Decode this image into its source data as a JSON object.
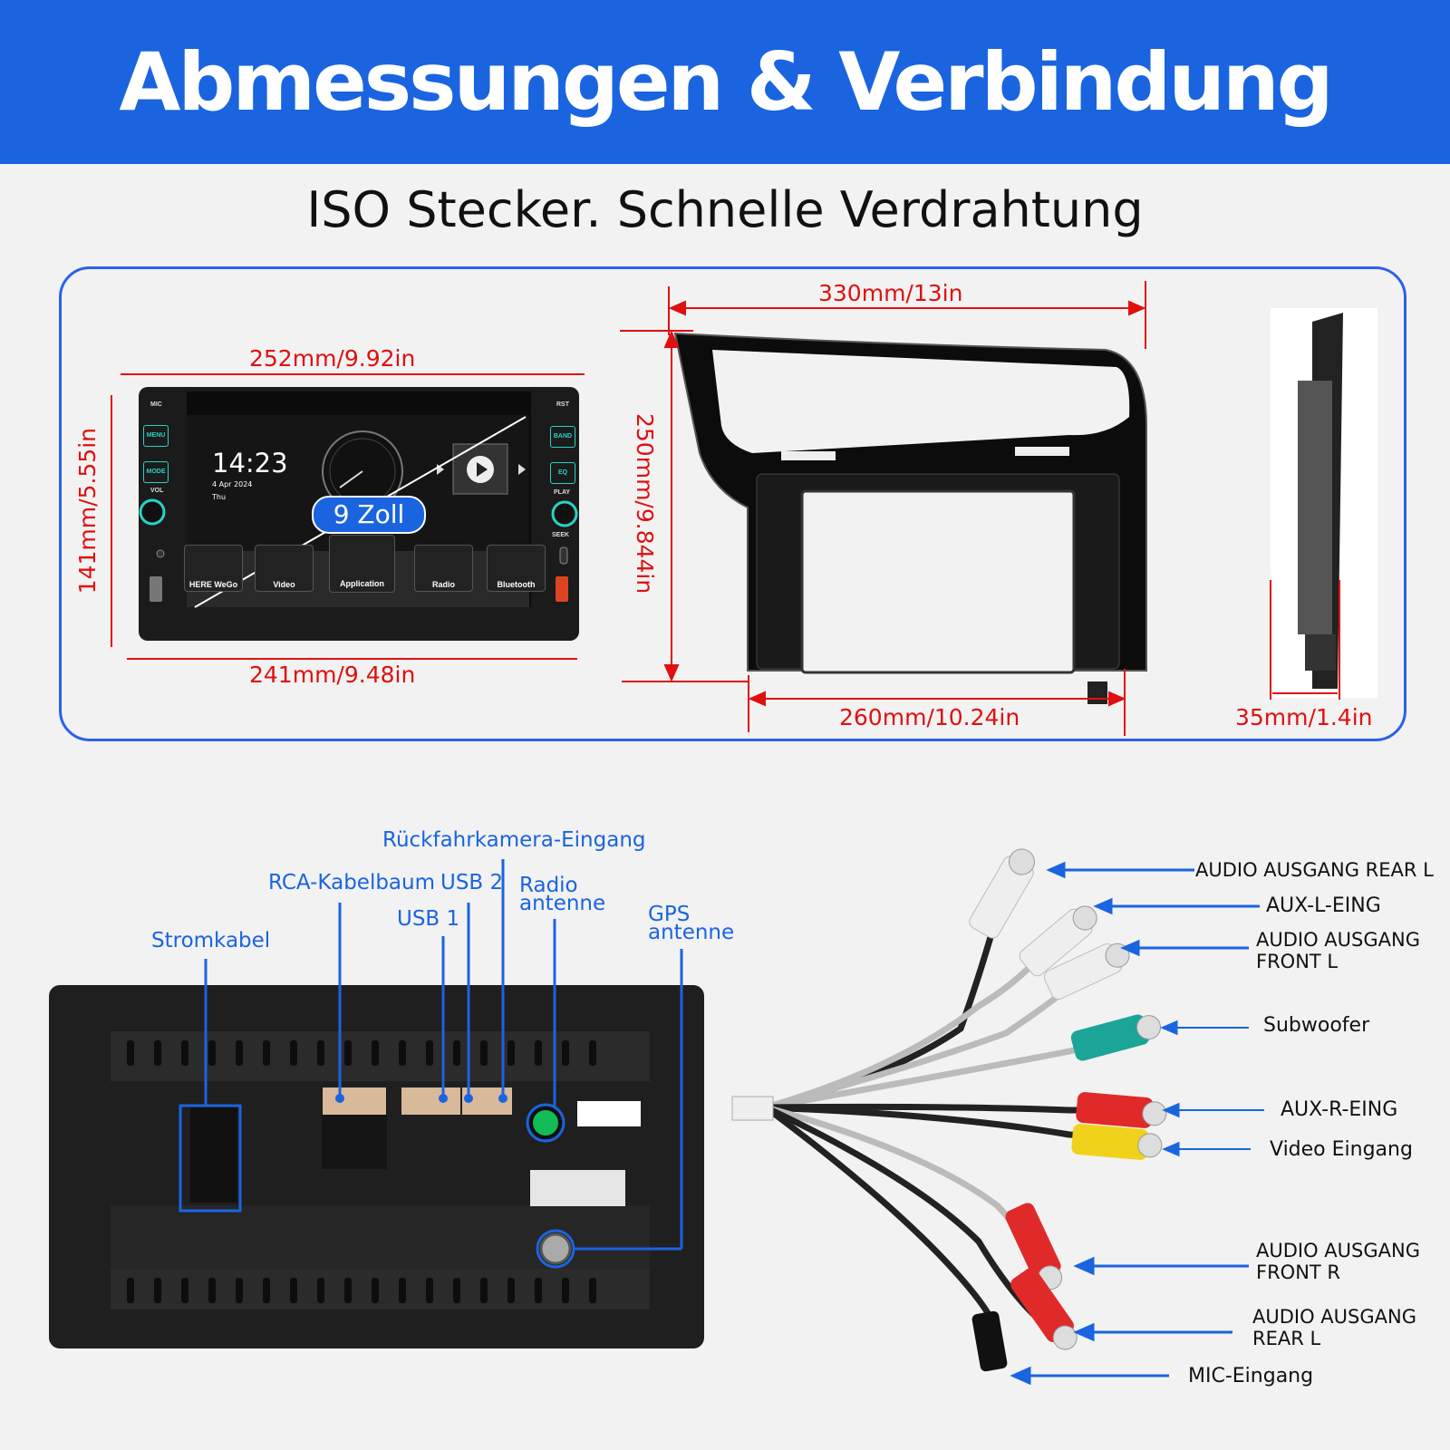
{
  "header": {
    "title": "Abmessungen & Verbindung",
    "color": "#1a64e0"
  },
  "subtitle": "ISO Stecker. Schnelle Verdrahtung",
  "dimensions": {
    "unit_width": "252mm/9.92in",
    "unit_height": "141mm/5.55in",
    "unit_bottom_width": "241mm/9.48in",
    "frame_width": "330mm/13in",
    "frame_height": "250mm/9.844in",
    "frame_inner_width": "260mm/10.24in",
    "depth": "35mm/1.4in"
  },
  "screen": {
    "time": "14:23",
    "date": "4 Apr  2024",
    "day": "Thu",
    "badge": "9 Zoll",
    "apps": [
      "HERE WeGo",
      "Video",
      "Application",
      "Radio",
      "Bluetooth"
    ],
    "buttons_left": [
      "MIC",
      "MENU",
      "MODE",
      "VOL"
    ],
    "buttons_right": [
      "RST",
      "BAND",
      "EQ",
      "PLAY",
      "SEEK"
    ]
  },
  "ports": {
    "camera": "Rückfahrkamera-Eingang",
    "rca": "RCA-Kabelbaum",
    "usb2": "USB 2",
    "radio_l1": "Radio",
    "radio_l2": "antenne",
    "usb1": "USB 1",
    "gps_l1": "GPS",
    "gps_l2": "antenne",
    "power": "Stromkabel"
  },
  "cables": {
    "rear_l_top": "AUDIO AUSGANG REAR L",
    "aux_l": "AUX-L-EING",
    "front_l_1": "AUDIO AUSGANG",
    "front_l_2": "FRONT L",
    "subwoofer": "Subwoofer",
    "aux_r": "AUX-R-EING",
    "video": "Video Eingang",
    "front_r_1": "AUDIO AUSGANG",
    "front_r_2": "FRONT R",
    "rear_l_1": "AUDIO AUSGANG",
    "rear_l_2": "REAR L",
    "mic": "MIC-Eingang"
  },
  "colors": {
    "accent_blue": "#1a64e0",
    "dimension_red": "#e01010"
  }
}
